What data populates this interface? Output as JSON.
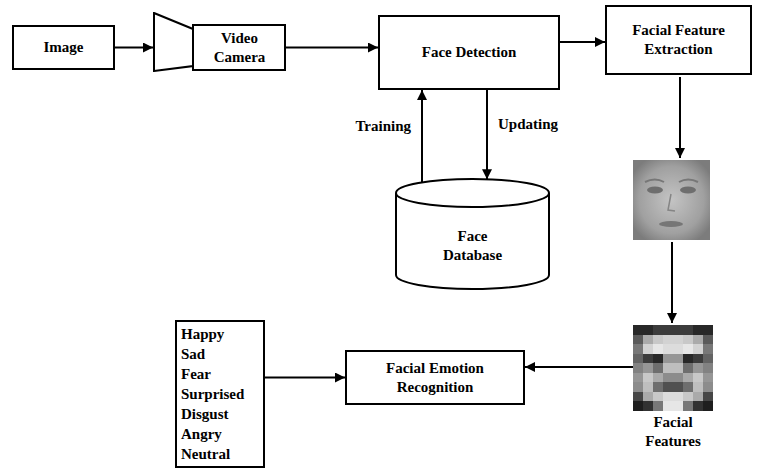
{
  "diagram": {
    "nodes": [
      {
        "text": [
          "Image"
        ]
      },
      {
        "text": [
          "Video Camera"
        ]
      },
      {
        "text": [
          "Face Detection"
        ]
      },
      {
        "text": [
          "Facial Feature Extraction"
        ]
      },
      {
        "text": [
          "Face Database"
        ]
      },
      {
        "text": [
          "Happy",
          "Sad",
          "Fear",
          "Surprised",
          "Disgust",
          "Angry",
          "Neutral"
        ]
      },
      {
        "text": [
          "Facial Emotion Recognition"
        ]
      },
      {
        "text": [
          "Facial Features"
        ]
      }
    ],
    "edges": [
      {
        "from": 0,
        "to": 1,
        "arrow": "to"
      },
      {
        "from": 1,
        "to": 2,
        "arrow": "to"
      },
      {
        "from": 2,
        "to": 3,
        "arrow": "to"
      },
      {
        "from": 4,
        "to": 2,
        "label": "Training",
        "arrow": "to"
      },
      {
        "from": 2,
        "to": 4,
        "label": "Updating",
        "arrow": "to"
      },
      {
        "from": 7,
        "to": 6,
        "arrow": "to"
      },
      {
        "from": 5,
        "to": 6,
        "arrow": "to"
      }
    ]
  }
}
